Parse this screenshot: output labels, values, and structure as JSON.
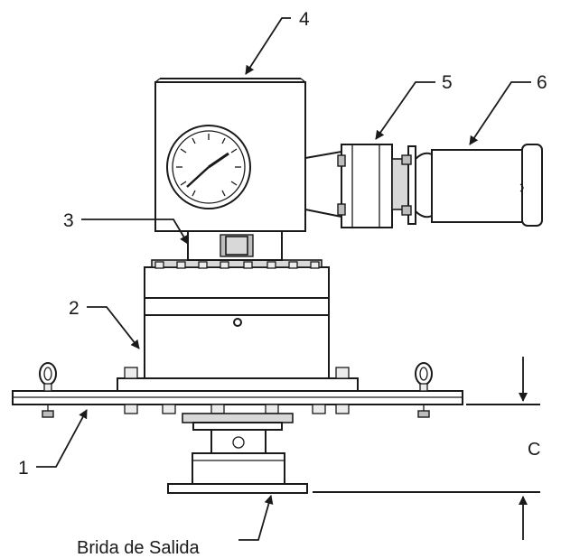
{
  "labels": {
    "part_1": "1",
    "part_2": "2",
    "part_3": "3",
    "part_4": "4",
    "part_5": "5",
    "part_6": "6",
    "dimension_c": "C",
    "outlet_flange": "Brida de Salida"
  },
  "icons": {
    "gauge": "pressure-gauge-icon",
    "eye_bolt": "eye-bolt-icon",
    "arrow": "arrowhead-icon"
  },
  "colors": {
    "line": "#1a1a1a",
    "fill": "#ffffff",
    "shade": "#d8d8d8"
  }
}
